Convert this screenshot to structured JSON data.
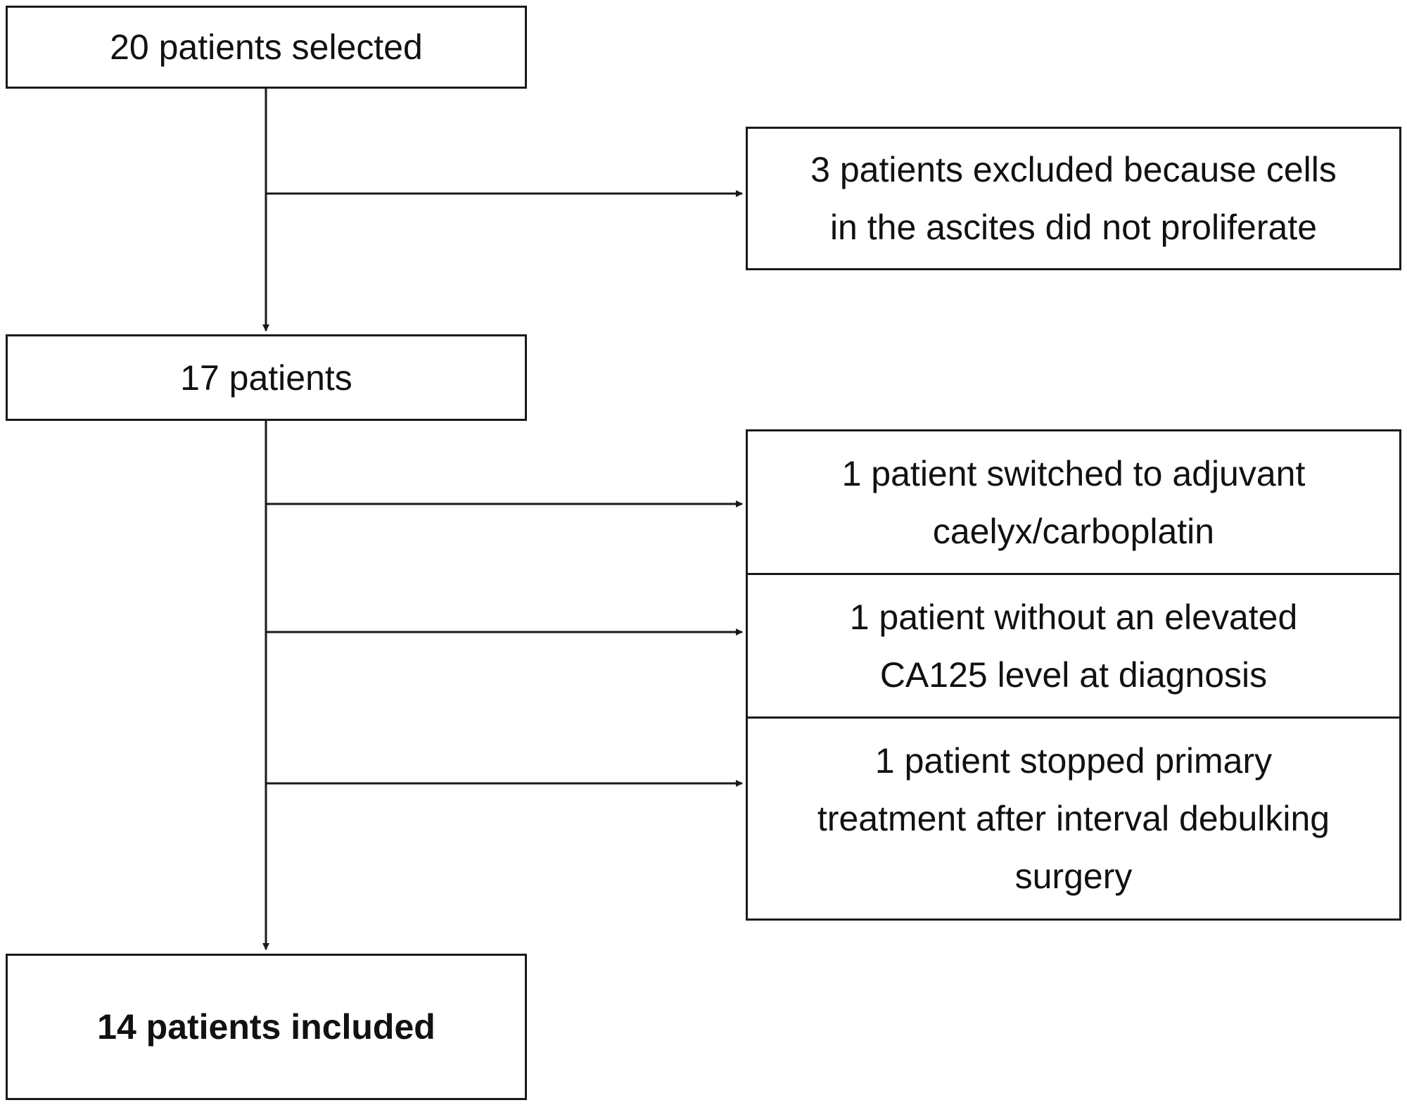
{
  "flowchart": {
    "nodes": {
      "selected": {
        "text": "20 patients selected"
      },
      "remaining": {
        "text": "17 patients"
      },
      "included": {
        "text": "14 patients included"
      }
    },
    "exclusions": {
      "no_proliferation": {
        "line1": "3 patients excluded because cells",
        "line2": "in the ascites did not proliferate"
      },
      "switched": {
        "line1": "1 patient switched to adjuvant",
        "line2": "caelyx/carboplatin"
      },
      "no_ca125": {
        "line1": "1 patient without an elevated",
        "line2": "CA125 level at diagnosis"
      },
      "stopped": {
        "line1": "1 patient stopped primary",
        "line2": "treatment after interval debulking",
        "line3": "surgery"
      }
    }
  },
  "colors": {
    "stroke": "#1a1a1a",
    "background": "#ffffff"
  }
}
